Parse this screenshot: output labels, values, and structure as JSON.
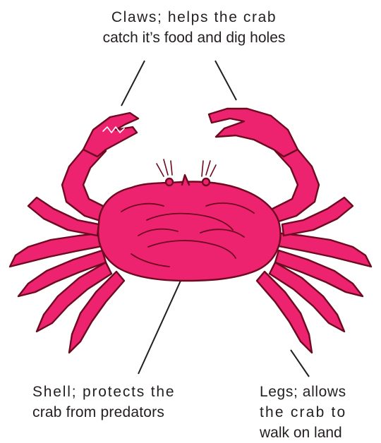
{
  "labels": {
    "claws": {
      "line1": "Claws; helps the crab",
      "line2": "catch it’s food and dig holes"
    },
    "shell": {
      "line1": "Shell; protects the",
      "line2": "crab from predators"
    },
    "legs": {
      "line1": "Legs; allows",
      "line2": "the crab to",
      "line3": "walk on land"
    }
  },
  "colors": {
    "crab_fill": "#ee2370",
    "crab_outline": "#6d0a1f",
    "text": "#231f20"
  }
}
